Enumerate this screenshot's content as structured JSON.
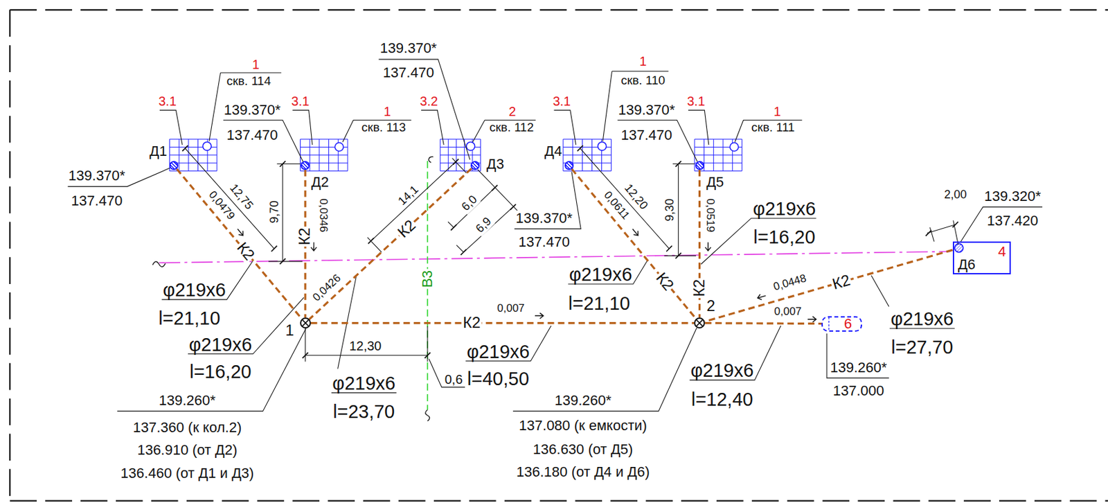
{
  "diagram": {
    "nodes": [
      {
        "text": [
          "Д1"
        ]
      },
      {
        "text": [
          "Д2"
        ]
      },
      {
        "text": [
          "Д3"
        ]
      },
      {
        "text": [
          "Д4"
        ]
      },
      {
        "text": [
          "Д5"
        ]
      },
      {
        "text": [
          "Д6",
          "4"
        ]
      },
      {
        "text": [
          "1"
        ]
      },
      {
        "text": [
          "2"
        ]
      },
      {
        "text": [
          "6"
        ]
      }
    ],
    "edges": [
      {
        "from": 0,
        "to": 6,
        "arrow": "none",
        "label": "К2"
      },
      {
        "from": 1,
        "to": 6,
        "arrow": "none",
        "label": "К2"
      },
      {
        "from": 2,
        "to": 6,
        "arrow": "none",
        "label": "К2"
      },
      {
        "from": 6,
        "to": 7,
        "arrow": "none",
        "label": "К2"
      },
      {
        "from": 3,
        "to": 7,
        "arrow": "none",
        "label": "К2"
      },
      {
        "from": 4,
        "to": 7,
        "arrow": "none",
        "label": "К2"
      },
      {
        "from": 5,
        "to": 7,
        "arrow": "none",
        "label": "К2"
      },
      {
        "from": 7,
        "to": 8,
        "arrow": "none"
      }
    ],
    "labels": [
      "139.370*",
      "137.470",
      "1",
      "скв. 114",
      "3.1",
      "139.370*",
      "137.470",
      "3.1",
      "1",
      "скв. 113",
      "139.370*",
      "137.470",
      "3.2",
      "2",
      "скв. 112",
      "3.1",
      "1",
      "скв. 110",
      "139.370*",
      "137.470",
      "3.1",
      "1",
      "скв. 111",
      "139.320*",
      "137.420",
      "2,00",
      "12,75",
      "0,0479",
      "9,70",
      "0,0346",
      "14,1",
      "6,0",
      "6,9",
      "139.370*",
      "137.470",
      "12,20",
      "0,0611",
      "9,30",
      "0,0519",
      "В3",
      "φ219x6",
      "l=16,20",
      "φ219x6",
      "l=21,10",
      "0,0426",
      "φ219x6",
      "l=21,10",
      "0,007",
      "0,0448",
      "0,007",
      "φ219x6",
      "l=27,70",
      "φ219x6",
      "l=16,20",
      "12,30",
      "φ219x6",
      "l=40,50",
      "φ219x6",
      "l=12,40",
      "0,6",
      "φ219x6",
      "l=23,70",
      "139.260*",
      "137.000",
      "139.260*",
      "137.360 (к кол.2)",
      "136.910 (от Д2)",
      "136.460 (от Д1 и Д3)",
      "139.260*",
      "137.080 (к емкости)",
      "136.630 (от Д5)",
      "136.180 (от Д4 и Д6)"
    ]
  }
}
